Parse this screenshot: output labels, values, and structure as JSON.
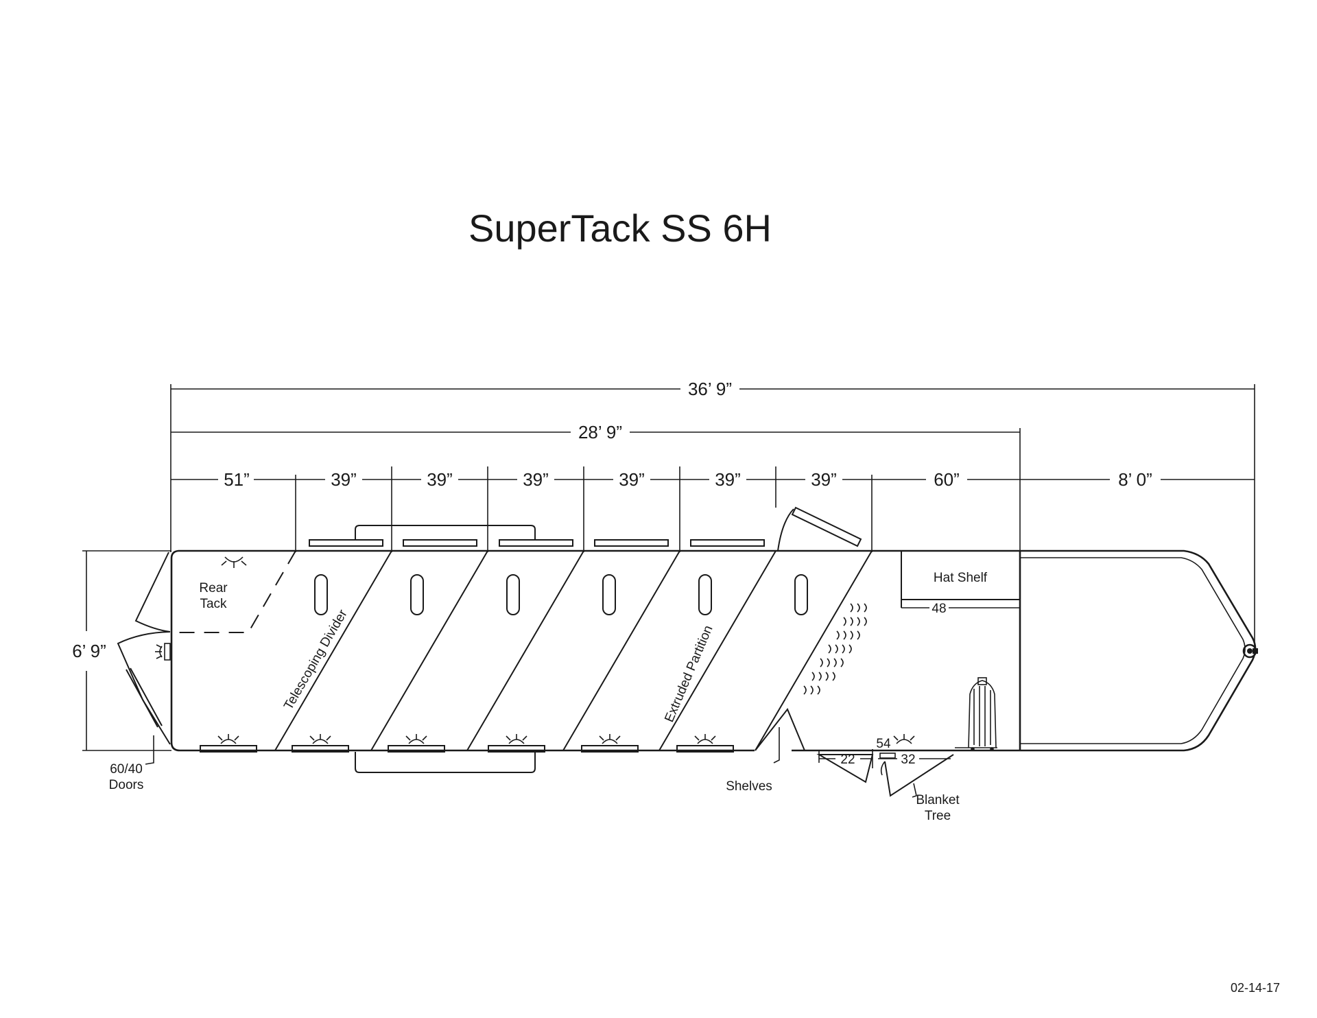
{
  "title": "SuperTack SS 6H",
  "date_code": "02-14-17",
  "dimensions": {
    "overall_length": "36’ 9”",
    "living_length": "28’ 9”",
    "rear_tack": "51”",
    "stall_widths": [
      "39”",
      "39”",
      "39”",
      "39”",
      "39”",
      "39”"
    ],
    "front_tack": "60”",
    "gooseneck": "8’ 0”",
    "height": "6’ 9”",
    "hat_shelf_width": "48",
    "bench_a": "22",
    "bench_b": "32",
    "bench_c": "54"
  },
  "labels": {
    "rear_tack": [
      "Rear",
      "Tack"
    ],
    "rear_doors": [
      "60/40",
      "Doors"
    ],
    "telescoping_divider": "Telescoping Divider",
    "extruded_partition": "Extruded Partition",
    "hat_shelf": "Hat Shelf",
    "shelves": "Shelves",
    "blanket_tree": [
      "Blanket",
      "Tree"
    ]
  }
}
